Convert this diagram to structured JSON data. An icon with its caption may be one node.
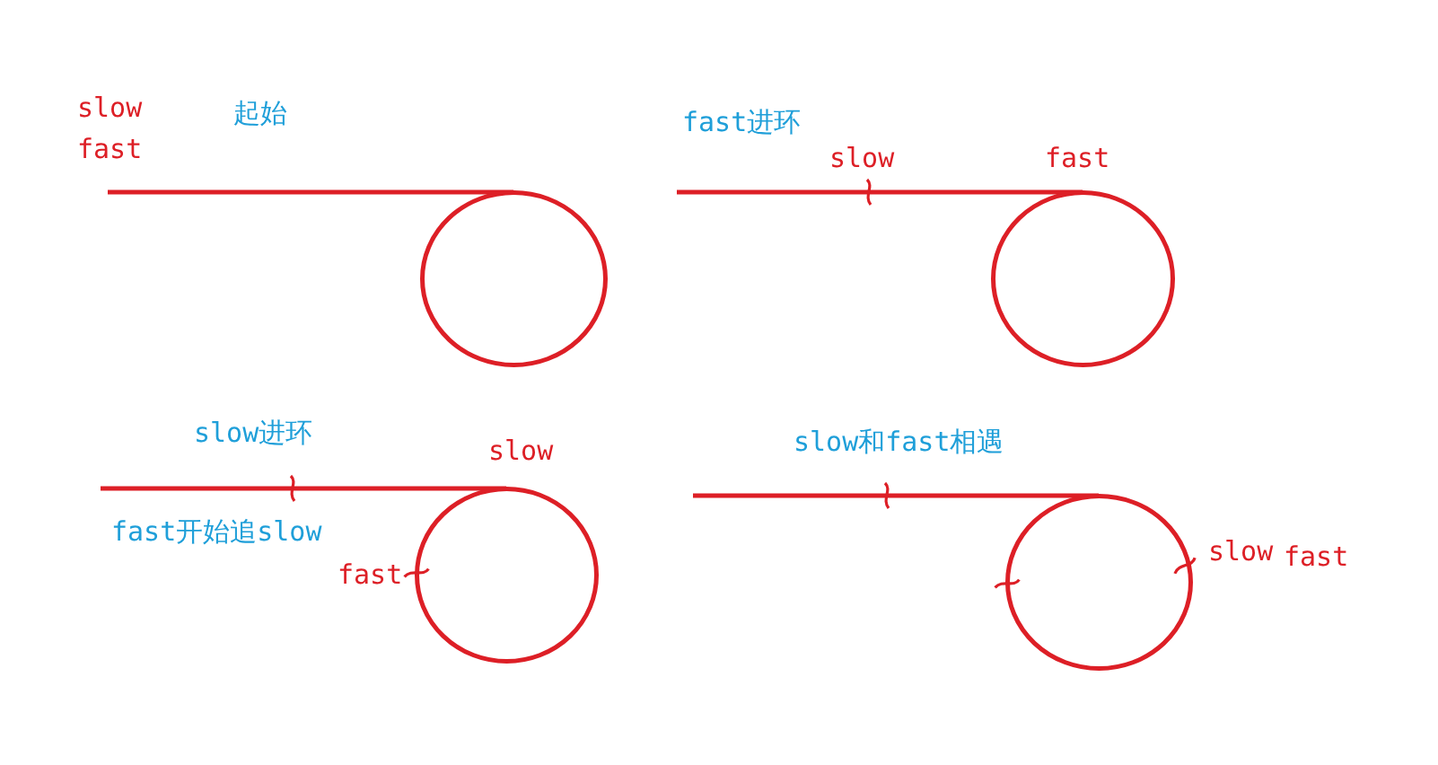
{
  "diagram": {
    "nodes": [
      {
        "text": [],
        "shape": "circle"
      },
      {
        "text": [],
        "shape": "circle"
      },
      {
        "text": [],
        "shape": "circle"
      },
      {
        "text": [],
        "shape": "circle"
      }
    ],
    "edges": [
      {
        "from": null,
        "to": 0,
        "arrow": "none"
      },
      {
        "from": null,
        "to": 1,
        "arrow": "none"
      },
      {
        "from": null,
        "to": 2,
        "arrow": "none"
      },
      {
        "from": null,
        "to": 3,
        "arrow": "none"
      }
    ],
    "labels": [
      "slow",
      "起始",
      "fast",
      "fast进环",
      "slow",
      "fast",
      "slow进环",
      "slow",
      "fast开始追slow",
      "fast",
      "slow和fast相遇",
      "slow",
      "fast"
    ]
  }
}
